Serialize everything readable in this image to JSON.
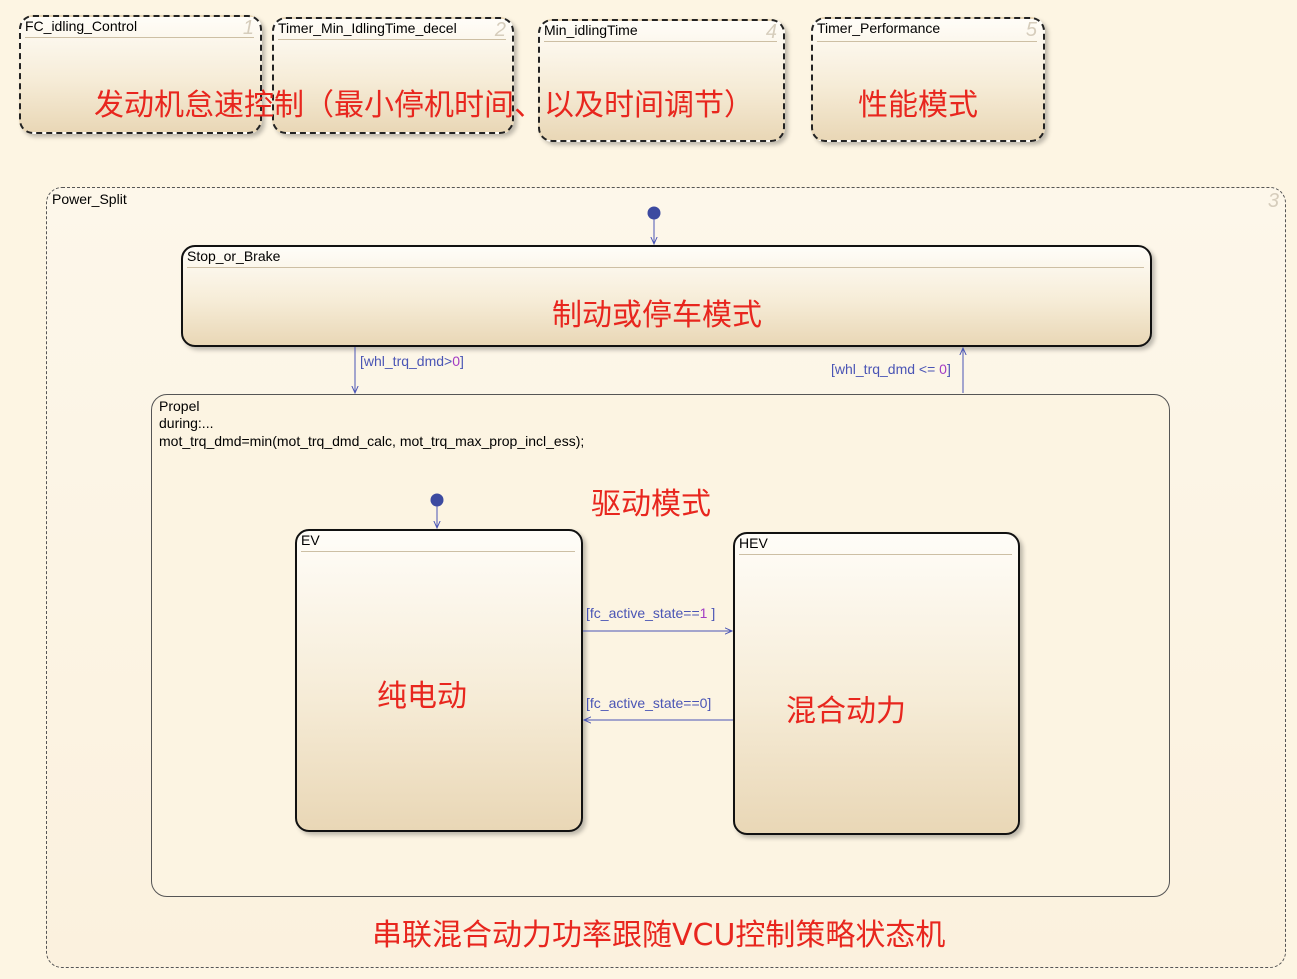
{
  "parallel_states": [
    {
      "name": "FC_idling_Control",
      "order": "1"
    },
    {
      "name": "Timer_Min_IdlingTime_decel",
      "order": "2"
    },
    {
      "name": "Min_idlingTime",
      "order": "4"
    },
    {
      "name": "Timer_Performance",
      "order": "5"
    }
  ],
  "top_labels": {
    "idle_control": "发动机怠速控制（最小停机时间、以及时间调节）",
    "performance": "性能模式"
  },
  "power_split": {
    "name": "Power_Split",
    "order": "3",
    "caption": "串联混合动力功率跟随VCU控制策略状态机"
  },
  "stop_or_brake": {
    "name": "Stop_or_Brake",
    "label": "制动或停车模式"
  },
  "propel": {
    "name": "Propel",
    "during": "during:...",
    "action": "mot_trq_dmd=min(mot_trq_dmd_calc, mot_trq_max_prop_incl_ess);",
    "label": "驱动模式"
  },
  "ev": {
    "name": "EV",
    "label": "纯电动"
  },
  "hev": {
    "name": "HEV",
    "label": "混合动力"
  },
  "transitions": {
    "to_propel": {
      "text": "[whl_trq_dmd>",
      "num": "0",
      "close": "]"
    },
    "to_stop": {
      "text": "[whl_trq_dmd <= ",
      "num": "0",
      "close": "]"
    },
    "to_hev": {
      "text": "[fc_active_state==",
      "num": "1",
      "close": " ]"
    },
    "to_ev": {
      "text": "[fc_active_state==0]"
    }
  },
  "colors": {
    "label_red": "#e8261e",
    "guard_blue": "#4a55b5",
    "number_purple": "#a23cc4",
    "junction_blue": "#3c4aa0"
  }
}
